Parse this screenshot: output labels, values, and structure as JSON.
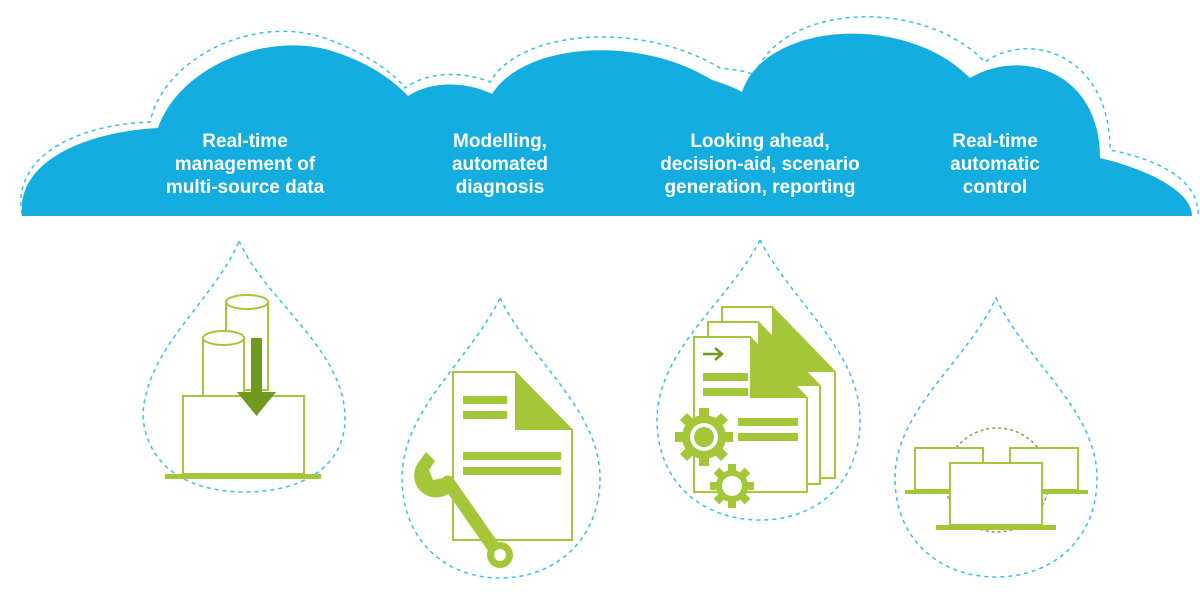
{
  "colors": {
    "cloud": "#13aedf",
    "dash": "#3cbfe6",
    "lime": "#a4c639",
    "lime_dark": "#6f9a1d",
    "text": "#ffffff"
  },
  "stages": [
    {
      "label_lines": [
        "Real-time",
        "management of",
        "multi-source data"
      ],
      "icon": "database-to-laptop-icon"
    },
    {
      "label_lines": [
        "Modelling,",
        "automated",
        "diagnosis"
      ],
      "icon": "document-wrench-icon"
    },
    {
      "label_lines": [
        "Looking ahead,",
        "decision-aid, scenario",
        "generation, reporting"
      ],
      "icon": "documents-gears-icon"
    },
    {
      "label_lines": [
        "Real-time",
        "automatic",
        "control"
      ],
      "icon": "networked-laptops-icon"
    }
  ]
}
